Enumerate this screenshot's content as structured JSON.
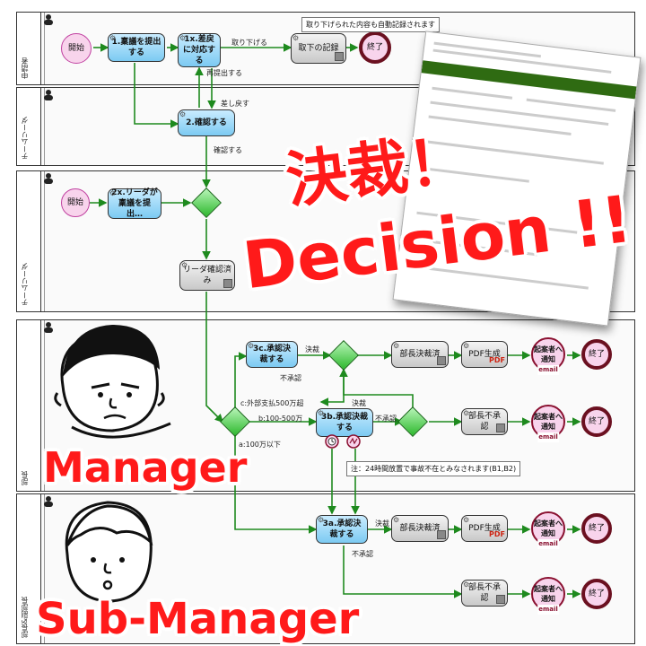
{
  "lanes": [
    {
      "label": "申請者"
    },
    {
      "label": "チームリーダ"
    },
    {
      "label": "チームリーダ"
    },
    {
      "label": "部長"
    },
    {
      "label": "部長&副部長"
    }
  ],
  "tasks": {
    "start1": "開始",
    "t1": "1.稟議を提出する",
    "t1x": "1x.差戻に対応する",
    "withdraw": "取下の記録",
    "end1": "終了",
    "t2": "2.確認する",
    "start2": "開始",
    "t2x": "2x.リーダが稟議を提出…",
    "leader_done": "リーダ確認済み",
    "t3c": "3c.承認決裁する",
    "t3b": "3b.承認決裁する",
    "t3a": "3a.承認決裁する",
    "approved1": "部長決裁済",
    "pdf1": "PDF生成",
    "notify1": "起案者へ通知",
    "end_a": "終了",
    "reject1": "部長不承認",
    "notify2": "起案者へ通知",
    "end_b": "終了",
    "approved2": "部長決裁済",
    "pdf2": "PDF生成",
    "notify3": "起案者へ通知",
    "end_c": "終了",
    "reject2": "部長不承認",
    "notify4": "起案者へ通知",
    "end_d": "終了",
    "pdf_mark": "PDF",
    "email_mark": "email"
  },
  "edge_labels": {
    "withdraw": "取り下げる",
    "resubmit": "再提出する",
    "return": "差し戻す",
    "confirm": "確認する",
    "decide1": "決裁",
    "reject1": "不承認",
    "decide2": "決裁",
    "reject2": "不承認",
    "cond_c": "c:外部支払500万超",
    "cond_b": "b:100-500万",
    "cond_a": "a:100万以下",
    "decide3": "決裁",
    "reject3": "不承認"
  },
  "notes": {
    "withdraw_note": "取り下げられた内容も自動記録されます",
    "timeout_note": "注：24時間放置で事故不在とみなされます(B1,B2)"
  },
  "overlay": {
    "decision_jp": "決裁！",
    "decision_en": "Decision !!",
    "manager": "Manager",
    "sub_manager": "Sub-Manager"
  },
  "colors": {
    "accent_red": "#ff1a1a",
    "task_blue": "#7ccaf2",
    "gateway_green": "#2db82d",
    "end_border": "#6b1020",
    "wire": "#1e8a1e"
  }
}
